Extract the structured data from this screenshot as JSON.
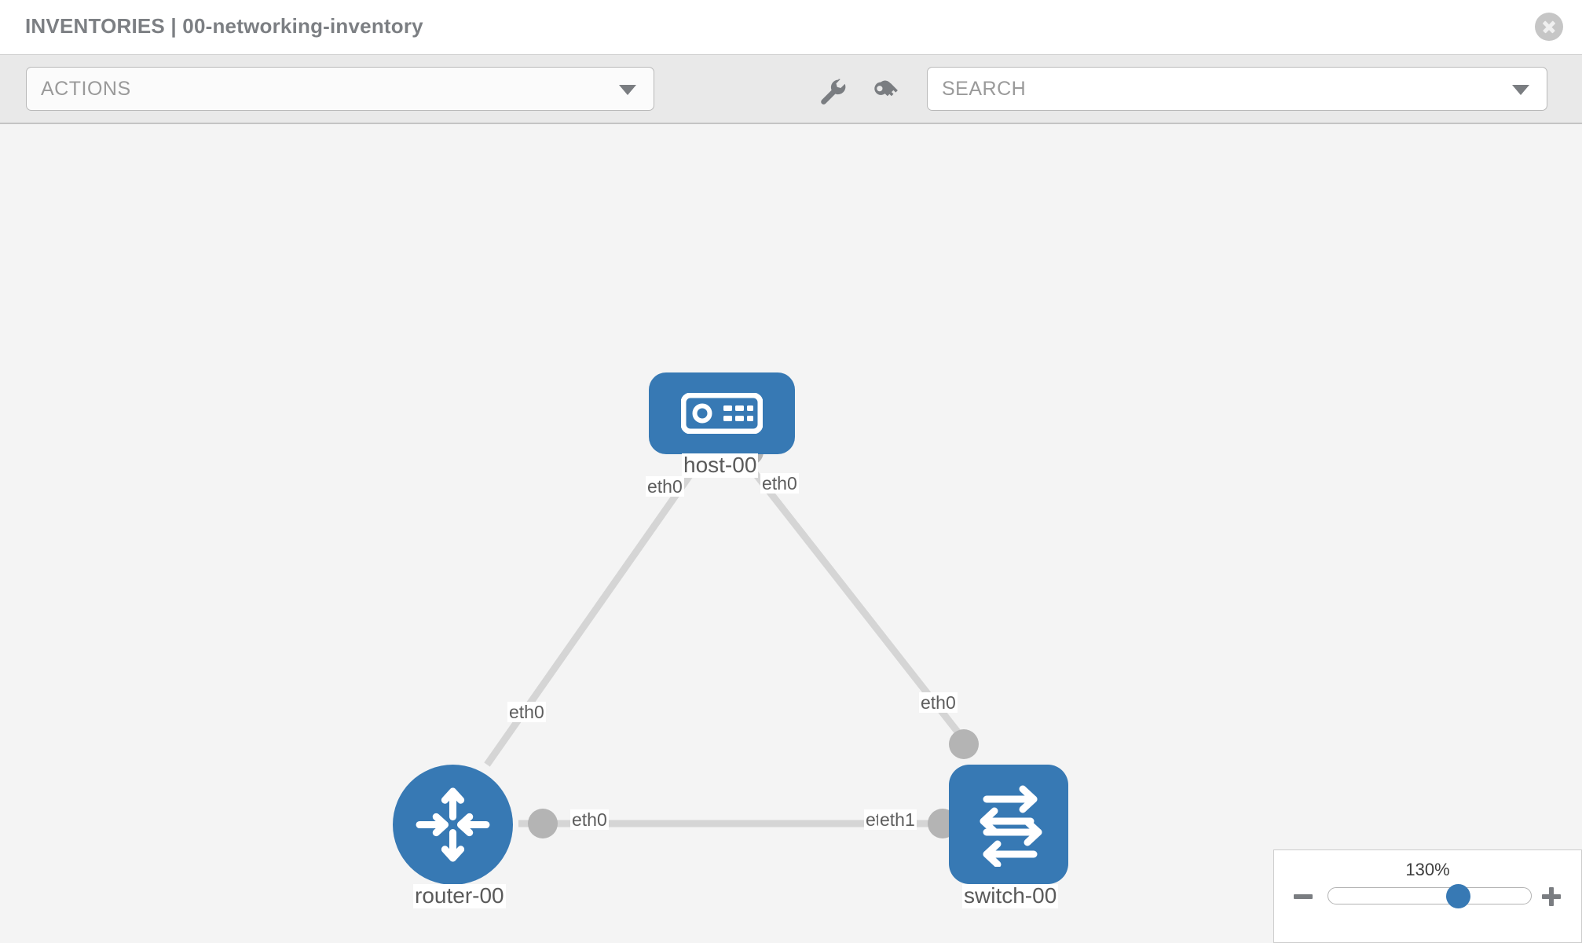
{
  "header": {
    "title": "INVENTORIES | 00-networking-inventory",
    "close_icon": "close-circle-icon"
  },
  "toolbar": {
    "actions_label": "ACTIONS",
    "actions_caret": "chevron-down-icon",
    "wrench_icon": "wrench-icon",
    "key_icon": "key-icon",
    "search_placeholder": "SEARCH",
    "search_value": "SEARCH",
    "search_caret": "chevron-down-icon"
  },
  "topology": {
    "accent_color": "#3779b4",
    "connector_color": "#b4b4b4",
    "edge_color": "#d5d5d5",
    "nodes": [
      {
        "id": "host-00",
        "label": "host-00",
        "icon": "server-appliance-icon",
        "shape": "rounded-rect"
      },
      {
        "id": "router-00",
        "label": "router-00",
        "icon": "router-arrows-icon",
        "shape": "circle"
      },
      {
        "id": "switch-00",
        "label": "switch-00",
        "icon": "switch-arrows-icon",
        "shape": "rounded-square"
      }
    ],
    "edge_labels": {
      "host_left": "eth0",
      "host_right": "eth0",
      "router_up": "eth0",
      "switch_up": "eth0",
      "router_right": "eth0",
      "switch_left_under": "eth0",
      "switch_left": "eth1"
    }
  },
  "zoom": {
    "level": "130%",
    "minus_label": "zoom-out",
    "plus_label": "zoom-in",
    "slider_percent": 66
  }
}
